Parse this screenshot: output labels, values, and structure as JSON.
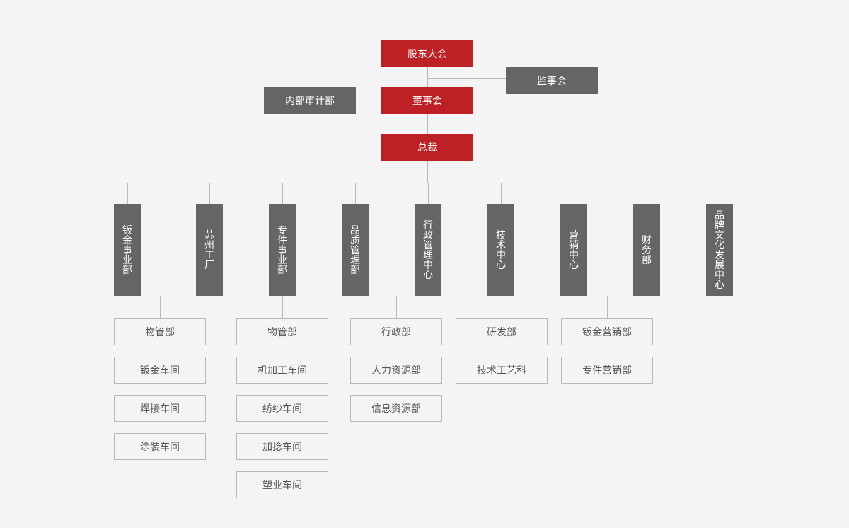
{
  "colors": {
    "accent": "#bd2126",
    "node": "#656565",
    "subnode_border": "#b9b9b9",
    "line": "#b9b9b9",
    "background": "#f4f4f4"
  },
  "top": {
    "shareholders": "股东大会",
    "supervisors": "监事会",
    "board": "董事会",
    "audit": "内部审计部",
    "president": "总裁"
  },
  "departments": [
    {
      "id": "sheet-metal",
      "label": "钣金事业部",
      "children": [
        "物管部",
        "钣金车间",
        "焊接车间",
        "涂装车间"
      ]
    },
    {
      "id": "suzhou",
      "label": "苏州工厂",
      "children": []
    },
    {
      "id": "special",
      "label": "专件事业部",
      "children": [
        "物管部",
        "机加工车间",
        "纺纱车间",
        "加捻车间",
        "塑业车间"
      ]
    },
    {
      "id": "quality",
      "label": "品质管理部",
      "children": []
    },
    {
      "id": "admin",
      "label": "行政管理中心",
      "children": [
        "行政部",
        "人力资源部",
        "信息资源部"
      ]
    },
    {
      "id": "tech",
      "label": "技术中心",
      "children": [
        "研发部",
        "技术工艺科"
      ]
    },
    {
      "id": "marketing",
      "label": "营销中心",
      "children": [
        "钣金营销部",
        "专件营销部"
      ]
    },
    {
      "id": "finance",
      "label": "财务部",
      "children": []
    },
    {
      "id": "brand",
      "label": "品牌文化发展中心",
      "children": []
    }
  ]
}
